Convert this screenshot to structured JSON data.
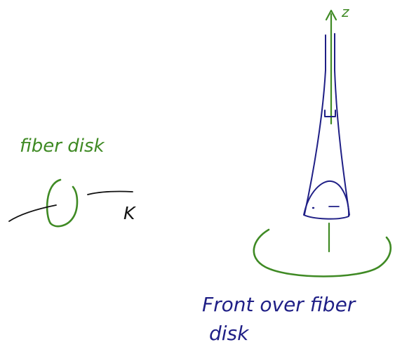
{
  "labels": {
    "fiber_disk": "fiber disk",
    "k": "K",
    "z": "z",
    "caption_line1": "Front over fiber",
    "caption_line2": "disk"
  },
  "colors": {
    "green": "#3f8a24",
    "blue": "#1f1f86",
    "black": "#111111"
  }
}
